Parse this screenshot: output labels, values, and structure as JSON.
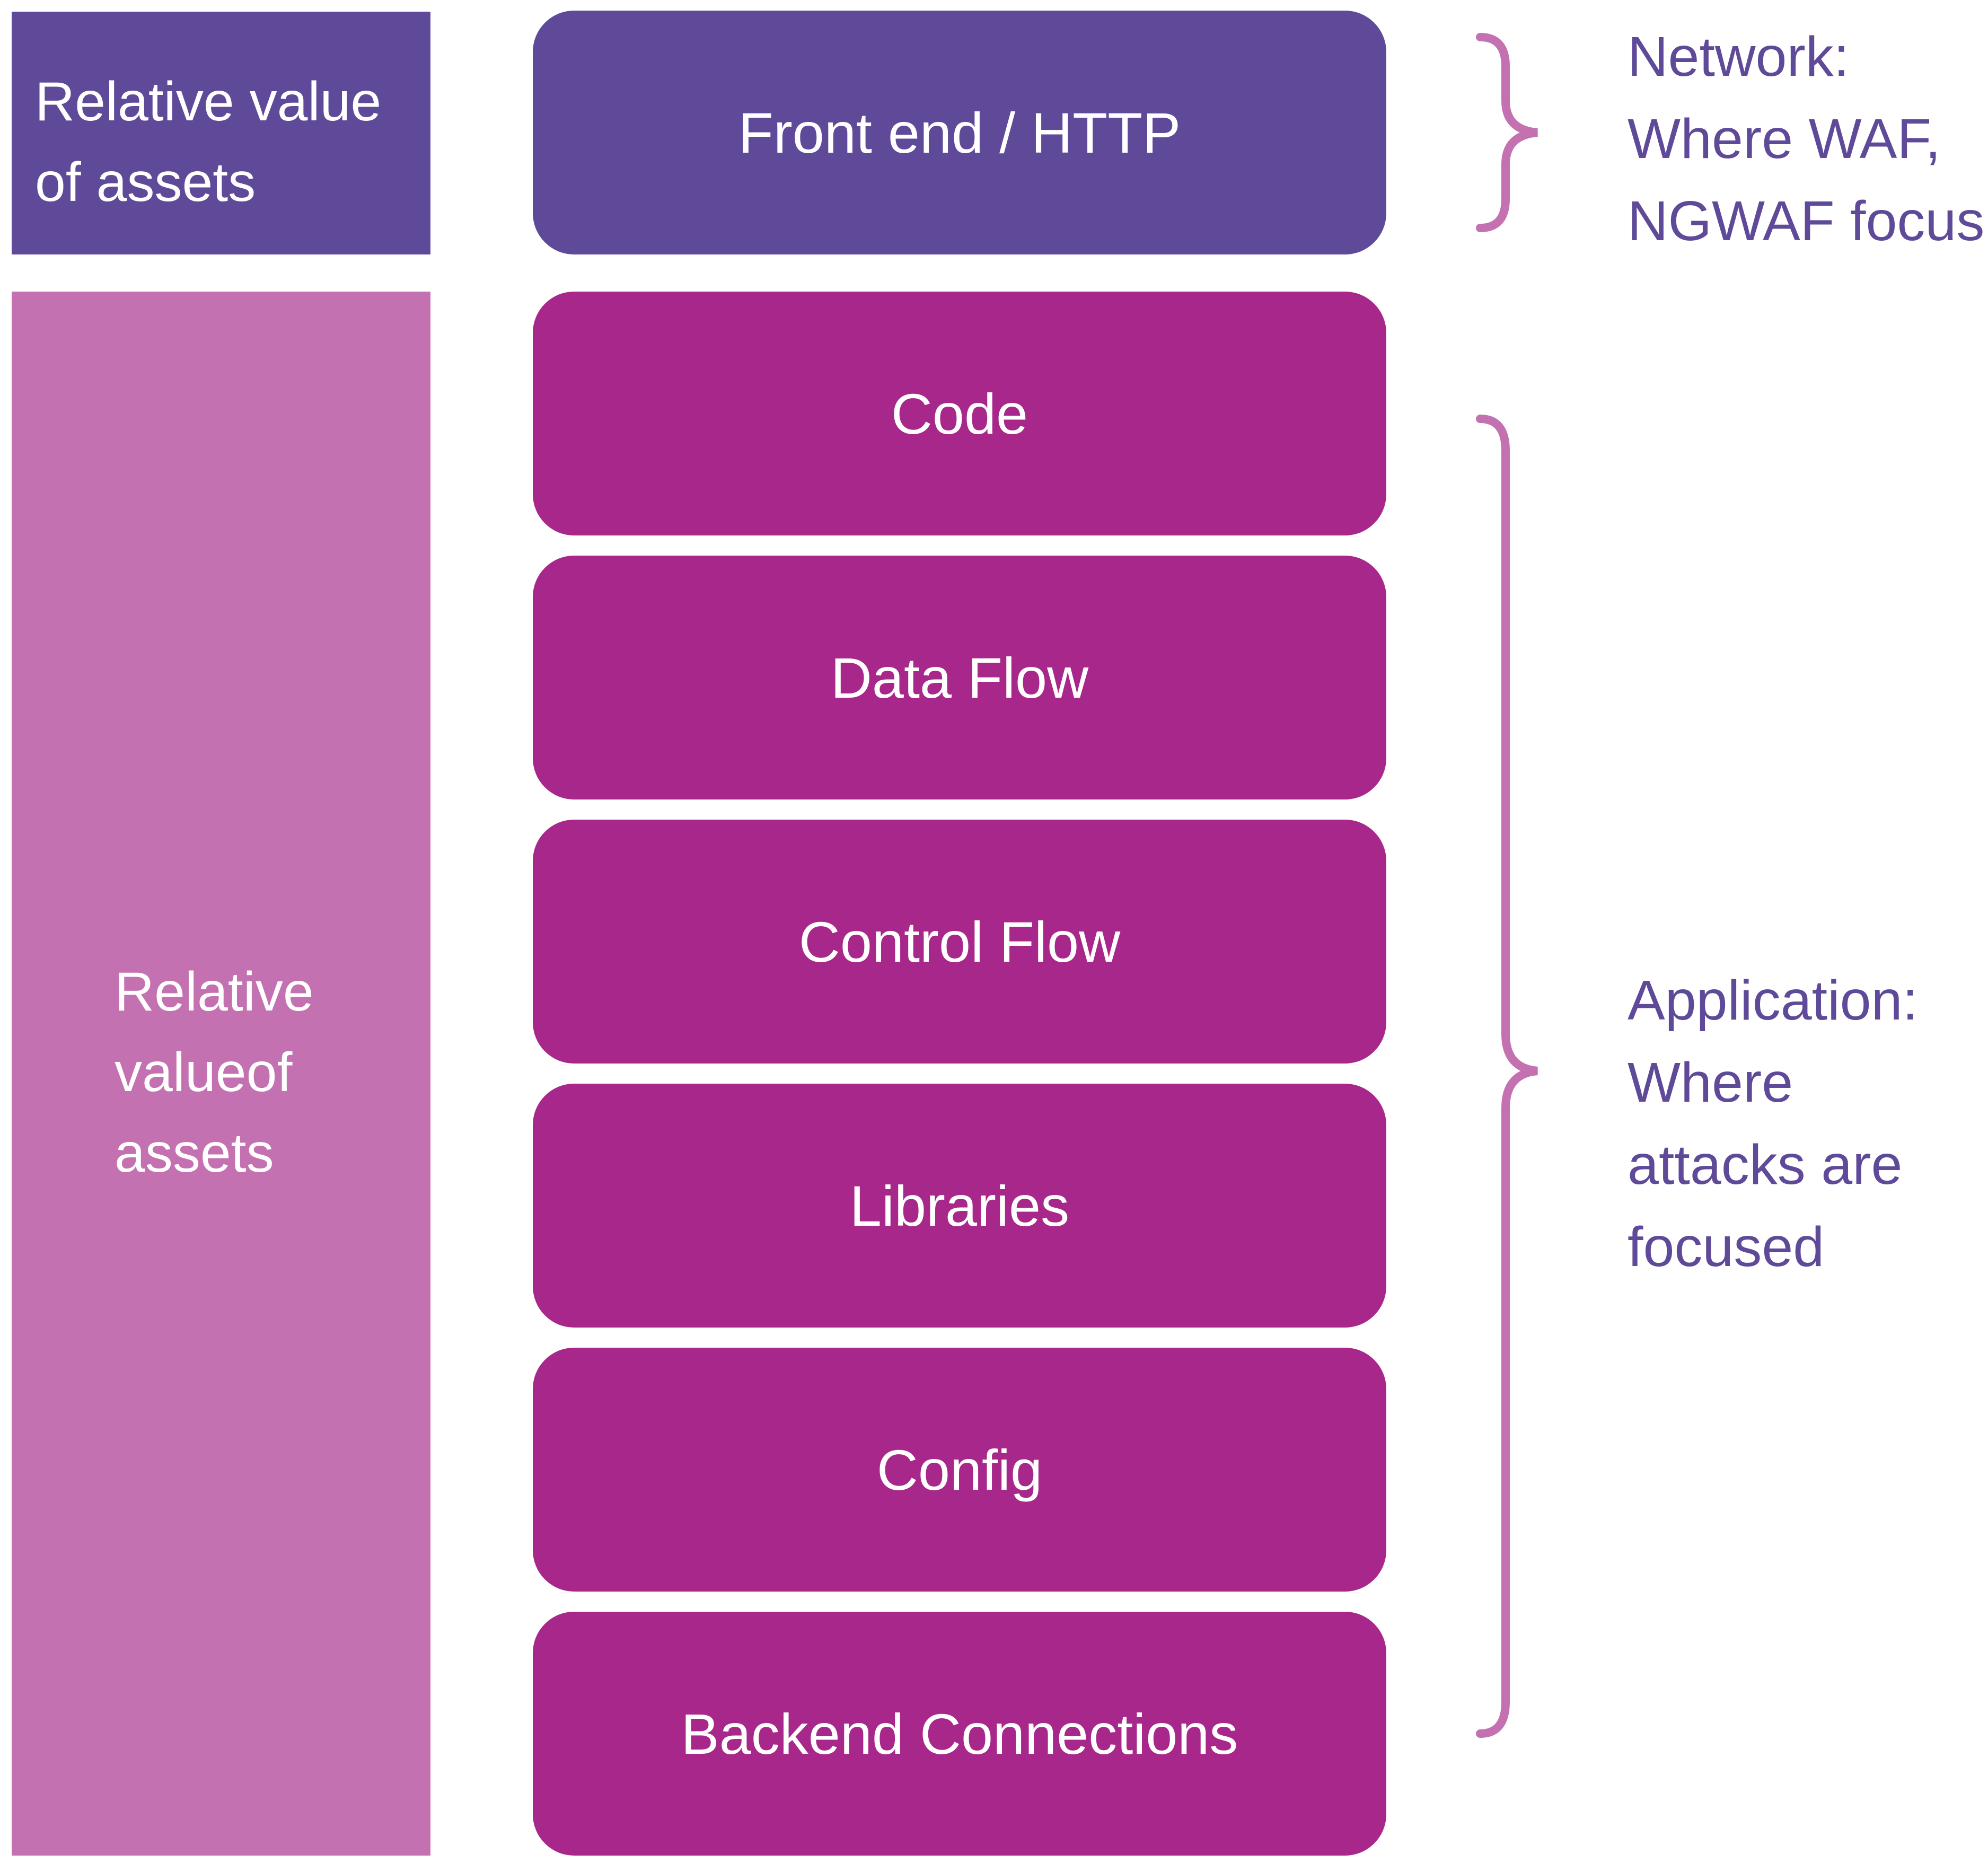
{
  "left_panels": {
    "top": {
      "lines": [
        "Relative value",
        "of assets"
      ]
    },
    "bottom": {
      "lines": [
        "Relative",
        "valueof",
        "assets"
      ]
    }
  },
  "stack": {
    "network_layer": "Front end / HTTP",
    "application_layers": [
      "Code",
      "Data Flow",
      "Control Flow",
      "Libraries",
      "Config",
      "Backend Connections"
    ]
  },
  "annotations": {
    "network": {
      "lines": [
        "Network:",
        "Where WAF,",
        "NGWAF focus"
      ]
    },
    "application": {
      "lines": [
        "Application:",
        "Where",
        "attacks are",
        "focused"
      ]
    }
  },
  "colors": {
    "network_purple": "#5f4a99",
    "application_magenta": "#a8278a",
    "light_magenta": "#c471b1",
    "background": "#ffffff"
  }
}
